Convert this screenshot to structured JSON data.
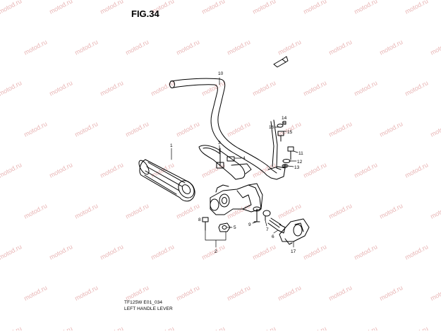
{
  "figure": {
    "title": "FIG.34",
    "footer_code": "TF125W E01_034",
    "footer_caption": "LEFT HANDLE LEVER",
    "watermark": "motod.ru"
  },
  "callouts": [
    {
      "id": "c1",
      "label": "1"
    },
    {
      "id": "c2",
      "label": "2"
    },
    {
      "id": "c3",
      "label": "3"
    },
    {
      "id": "c4",
      "label": "4"
    },
    {
      "id": "c5",
      "label": "5"
    },
    {
      "id": "c6",
      "label": "6"
    },
    {
      "id": "c7",
      "label": "7"
    },
    {
      "id": "c8",
      "label": "8"
    },
    {
      "id": "c9",
      "label": "9"
    },
    {
      "id": "c10",
      "label": "10"
    },
    {
      "id": "c11",
      "label": "11"
    },
    {
      "id": "c12",
      "label": "12"
    },
    {
      "id": "c13",
      "label": "13"
    },
    {
      "id": "c14",
      "label": "14"
    },
    {
      "id": "c15",
      "label": "15"
    },
    {
      "id": "c16",
      "label": "16"
    },
    {
      "id": "c17",
      "label": "17"
    }
  ],
  "colors": {
    "line": "#000000",
    "watermark": "#e8b4b4",
    "background": "#ffffff"
  }
}
